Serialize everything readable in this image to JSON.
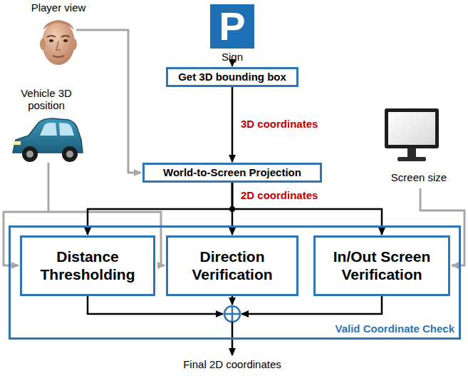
{
  "diagram": {
    "nodes": [
      {
        "text": [
          "P",
          "Sign"
        ]
      },
      {
        "text": [
          "Get 3D bounding box"
        ]
      },
      {
        "text": [
          "World-to-Screen Projection"
        ]
      },
      {
        "text": [
          "Valid Coordinate Check"
        ]
      },
      {
        "text": [
          "Distance Thresholding"
        ],
        "in": 3
      },
      {
        "text": [
          "Direction Verification"
        ],
        "in": 3
      },
      {
        "text": [
          "In/Out Screen Verification"
        ],
        "in": 3
      }
    ],
    "edges": [
      {
        "from": 0,
        "to": 1,
        "arrow": "to"
      },
      {
        "from": 1,
        "to": 2,
        "label": "3D coordinates",
        "arrow": "to"
      },
      {
        "from": 2,
        "to": 4,
        "arrow": "to"
      },
      {
        "from": 2,
        "to": 5,
        "label": "2D coordinates",
        "arrow": "to"
      },
      {
        "from": 2,
        "to": 6,
        "arrow": "to"
      }
    ],
    "labels": [
      "Player view",
      "Vehicle 3D position",
      "Screen size",
      "Final 2D coordinates"
    ]
  }
}
